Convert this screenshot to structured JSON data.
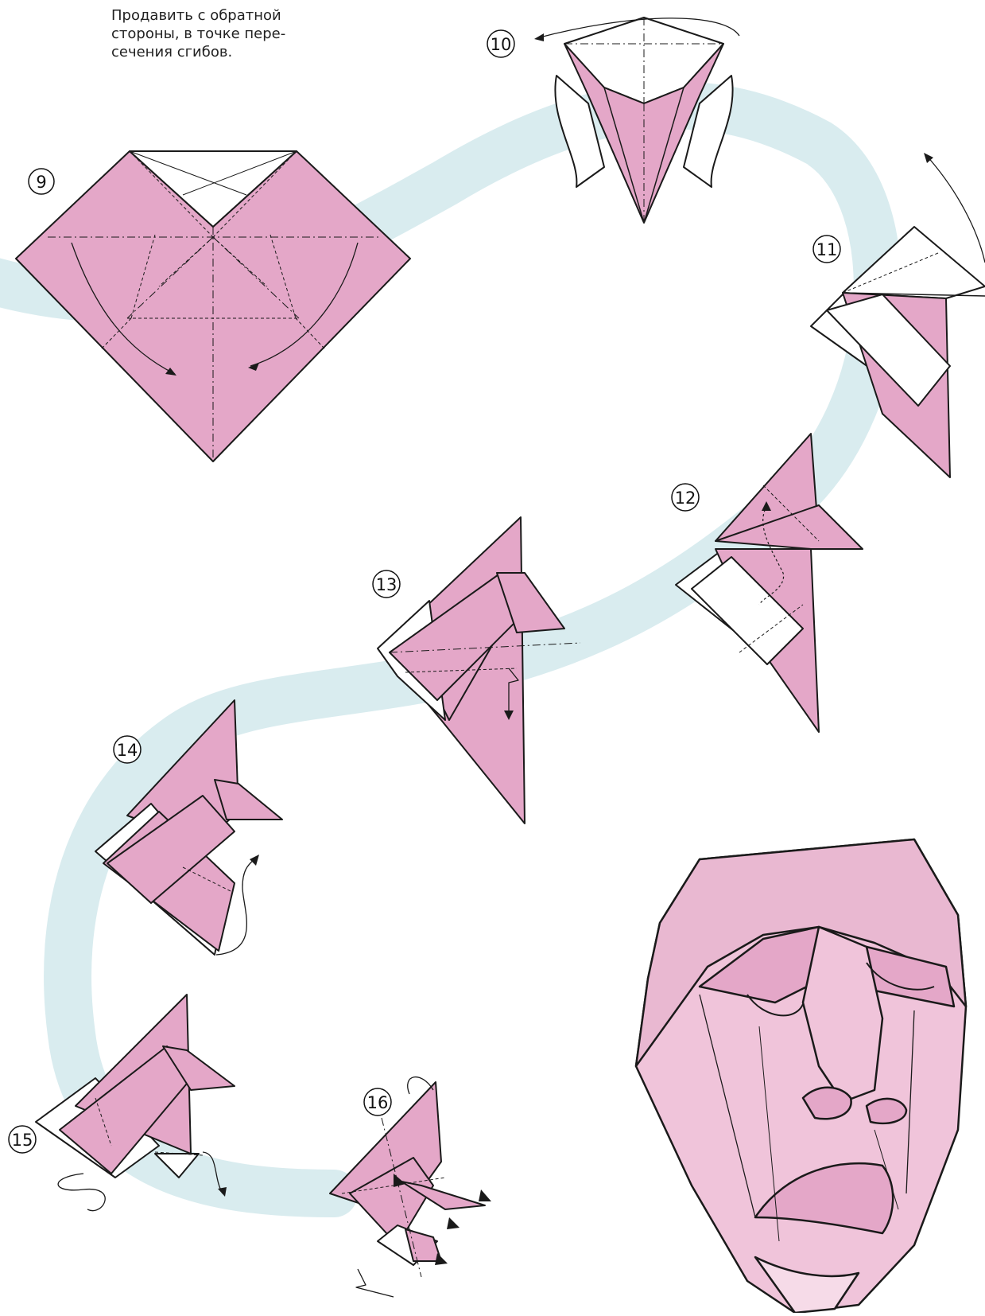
{
  "instruction_note": "Продавить с обратной\nстороны, в точке пере-\nсечения сгибов.",
  "steps": [
    {
      "id": "step-9",
      "label": "9"
    },
    {
      "id": "step-10",
      "label": "10"
    },
    {
      "id": "step-11",
      "label": "11"
    },
    {
      "id": "step-12",
      "label": "12"
    },
    {
      "id": "step-13",
      "label": "13"
    },
    {
      "id": "step-14",
      "label": "14"
    },
    {
      "id": "step-15",
      "label": "15"
    },
    {
      "id": "step-16",
      "label": "16"
    }
  ],
  "colors": {
    "paper_pink": "#e4a7c8",
    "paper_light_pink": "#f0c4da",
    "paper_white": "#ffffff",
    "path_band": "#d9ecef",
    "line": "#1a1a1a"
  }
}
